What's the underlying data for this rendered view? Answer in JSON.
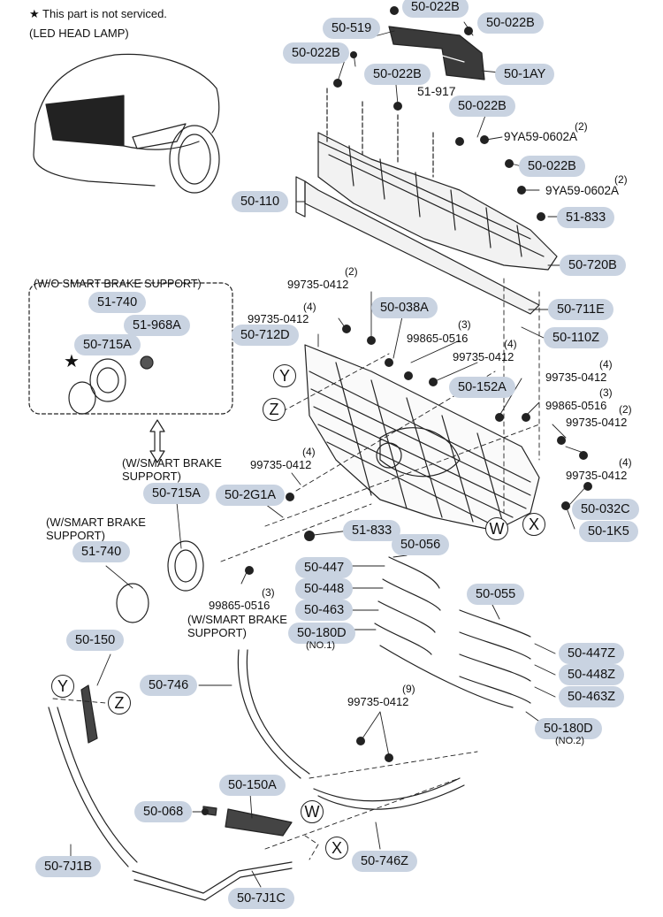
{
  "header": {
    "star_note": "★ This part is not serviced.",
    "title": "(LED HEAD LAMP)"
  },
  "boxes": {
    "wo_smart_brake": "(W/O SMART BRAKE SUPPORT)",
    "w_smart_brake_1": "(W/SMART BRAKE SUPPORT)",
    "w_smart_brake_2": "(W/SMART BRAKE SUPPORT)",
    "w_smart_brake_3": "(W/SMART BRAKE SUPPORT)"
  },
  "circles": {
    "y": "Y",
    "z": "Z",
    "w": "W",
    "x": "X"
  },
  "parts": {
    "p50_022B": "50-022B",
    "p50_519": "50-519",
    "p50_1AY": "50-1AY",
    "p51_917": "51-917",
    "p9YA59_0602A": "9YA59-0602A",
    "p51_833": "51-833",
    "p50_110": "50-110",
    "p50_720B": "50-720B",
    "p99735_0412": "99735-0412",
    "p50_038A": "50-038A",
    "p50_711E": "50-711E",
    "p50_712D": "50-712D",
    "p99865_0516": "99865-0516",
    "p50_110Z": "50-110Z",
    "p50_152A": "50-152A",
    "p51_740": "51-740",
    "p51_968A": "51-968A",
    "p50_715A": "50-715A",
    "p50_2G1A": "50-2G1A",
    "p50_032C": "50-032C",
    "p50_1K5": "50-1K5",
    "p50_056": "50-056",
    "p50_447": "50-447",
    "p50_448": "50-448",
    "p50_463": "50-463",
    "p50_180D": "50-180D",
    "p50_055": "50-055",
    "p50_447Z": "50-447Z",
    "p50_448Z": "50-448Z",
    "p50_463Z": "50-463Z",
    "p50_150": "50-150",
    "p50_746": "50-746",
    "p50_068": "50-068",
    "p50_150A": "50-150A",
    "p50_746Z": "50-746Z",
    "p50_7J1B": "50-7J1B",
    "p50_7J1C": "50-7J1C"
  },
  "qty": {
    "q2": "(2)",
    "q3": "(3)",
    "q4": "(4)",
    "q9": "(9)"
  },
  "sub_labels": {
    "no1": "(NO.1)",
    "no2": "(NO.2)"
  }
}
